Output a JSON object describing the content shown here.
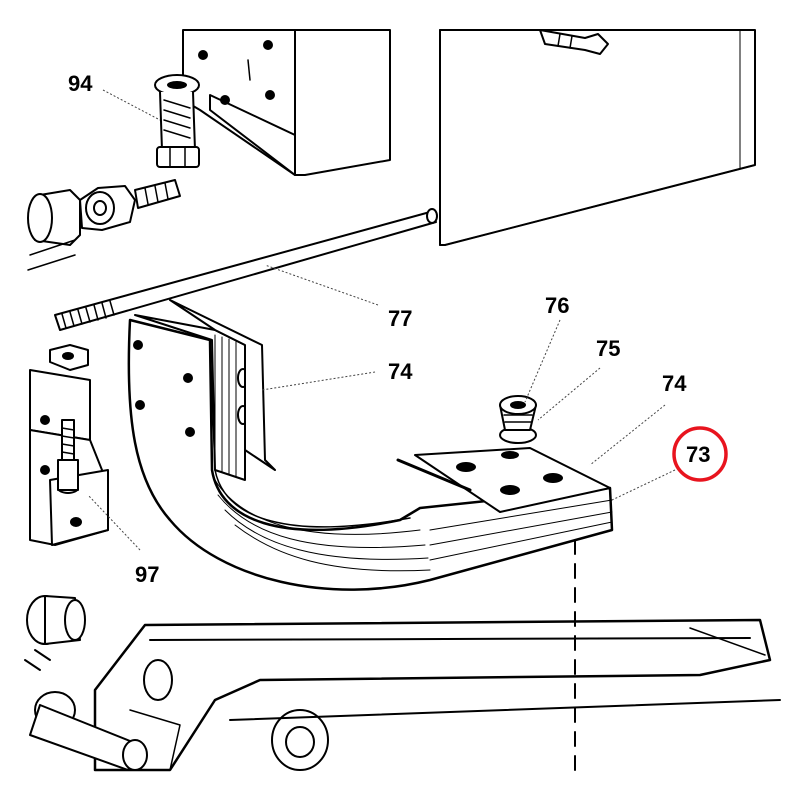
{
  "callouts": [
    {
      "id": "94",
      "label": "94"
    },
    {
      "id": "77",
      "label": "77"
    },
    {
      "id": "74a",
      "label": "74"
    },
    {
      "id": "76",
      "label": "76"
    },
    {
      "id": "75",
      "label": "75"
    },
    {
      "id": "74b",
      "label": "74"
    },
    {
      "id": "73",
      "label": "73"
    },
    {
      "id": "97",
      "label": "97"
    }
  ],
  "highlight": {
    "target": "73",
    "color": "#e8141e"
  }
}
